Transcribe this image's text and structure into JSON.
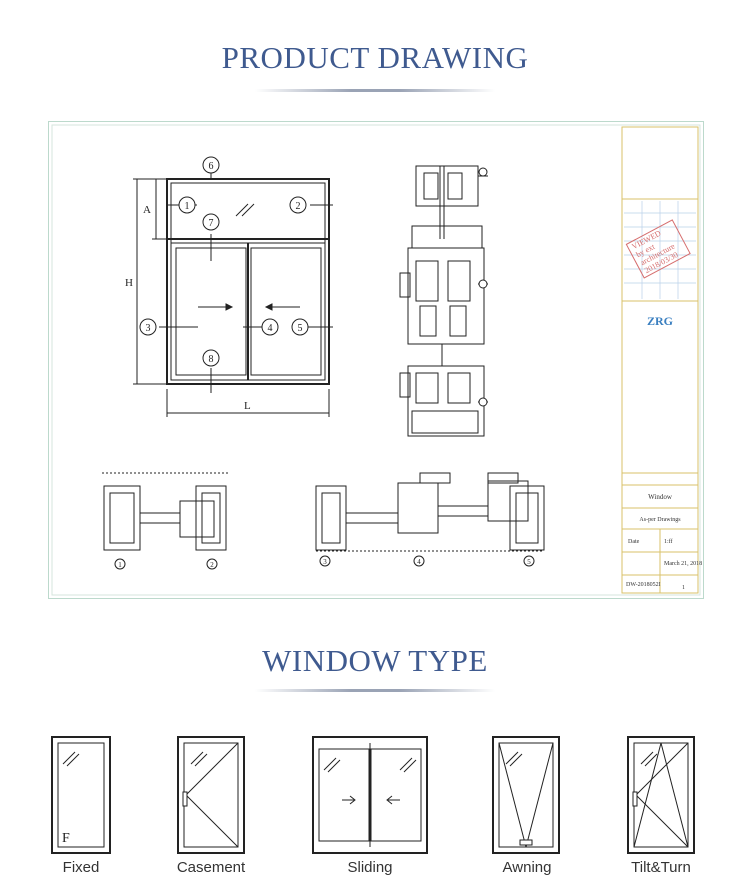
{
  "headings": {
    "product_drawing": "PRODUCT DRAWING",
    "window_type": "WINDOW TYPE"
  },
  "drawing": {
    "dim_a": "A",
    "dim_h": "H",
    "dim_l": "L",
    "markers": [
      "1",
      "2",
      "3",
      "4",
      "5",
      "6",
      "7",
      "8"
    ],
    "section_markers": [
      "1",
      "2",
      "3",
      "4",
      "5"
    ],
    "sidebar": {
      "logo": "ZRG",
      "stamp_lines": [
        "VIEWED",
        "by ext",
        "architecture",
        "2018/03/30"
      ],
      "product": "Window",
      "sheet": "As-per Drawings",
      "date_label": "Date",
      "scale": "1:ff",
      "date": "March 21, 2018",
      "drawing_no": "DW-2018052I",
      "page": "1"
    }
  },
  "window_types": [
    {
      "id": "fixed",
      "label": "Fixed",
      "mark": "F"
    },
    {
      "id": "casement",
      "label": "Casement"
    },
    {
      "id": "sliding",
      "label": "Sliding"
    },
    {
      "id": "awning",
      "label": "Awning"
    },
    {
      "id": "tiltturn",
      "label": "Tilt&Turn"
    }
  ],
  "colors": {
    "heading": "#3f5a8f",
    "drawing_border": "#aad0bf"
  }
}
